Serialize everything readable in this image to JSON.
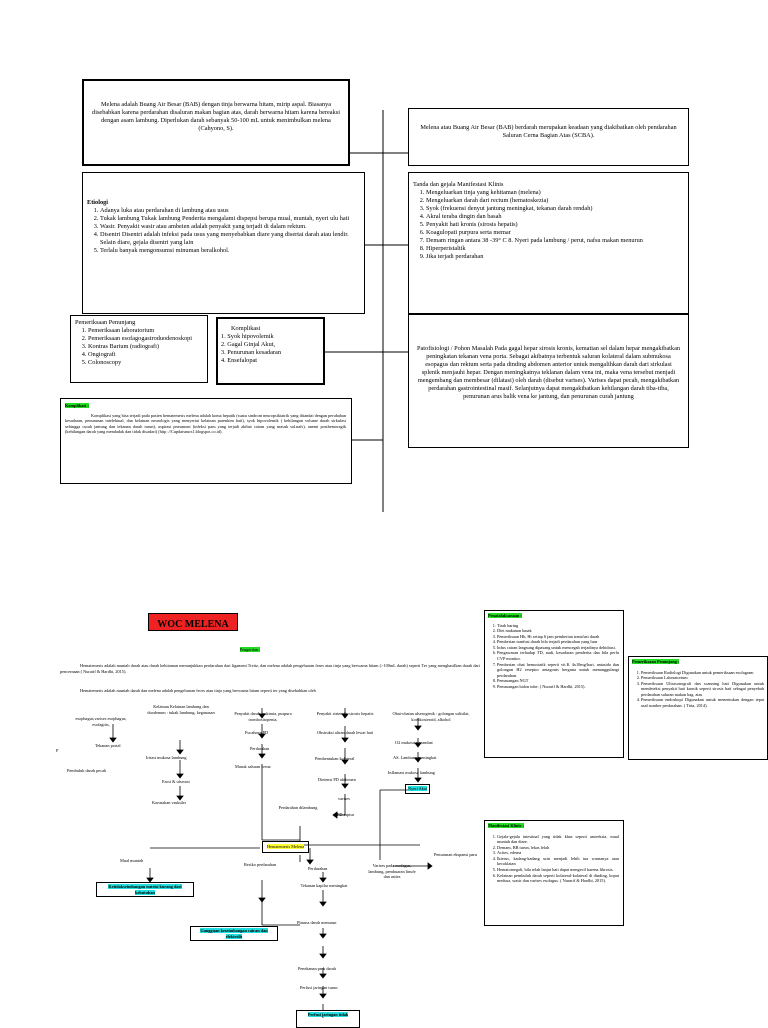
{
  "top": {
    "definition": "Melena adalah Buang Air Besar (BAB) dengan tinja berwarna hitam, mirip aspal. Biasanya disebabkan karena perdarahan disaluran makan bagian atas, darah berwarna hitam karena bereaksi dengan asam lambung. Diperlukan darah sebanyak 50-100 mL untuk menimbulkan melena (Cahyono, S).",
    "definition_right": "Melena atau Buang Air Besar (BAB) berdarah merupakan keadaan yang diakibatkan oleh pendarahan Saluran Cerna Bagian Atas (SCBA).",
    "etiologi_title": "Etiologi",
    "etiologi": [
      "Adanya luka atau perdarahan di lambung atau usus",
      "Tukak lambung Tukak lambung Penderita mengalami dispepsi berupa mual, muntah, nyeri ulu hati",
      "Wasir. Penyakit wasir atau ambeien adalah penyakit yang terjadi di dalam rektum.",
      "Disentri Disentri adalah infeksi pada usus yang menyebabkan diare yang disertai darah atau lendir. Selain diare, gejala disentri yang lain",
      "Terlalu banyak mengonsumsi minuman beralkohol."
    ],
    "tanda_title": "Tanda dan gejala Manifestasi Klinis",
    "tanda": [
      "Mengeluarkan tinja yang kehitaman (melena)",
      "Mengeluarkan darah dari rectum (hematoskezia)",
      "Syok (frekuensi denyut jantung meningkat, tekanan darah rendah)",
      "Akral teraba dingin dan basah",
      "Penyakit hati kronis (sirosis hepatis)",
      "Koagulopati purpura serta memar",
      "Demam ringan antara 38 -39° C 8. Nyeri pada lambung / perut, nafsu makan menurun",
      "Hiperperistaltik",
      "Jika terjadi perdarahan"
    ],
    "penunjang_title": "Pemeriksaan Penunjang",
    "penunjang": [
      "Pemeriksaan laboratorium",
      "Pemeriksaan esofagogastroduodenoskopi",
      "Kontras Barium (radiografi)",
      "Ongiografi",
      "Colonoscopy"
    ],
    "komplikasi_title": "Komplikasi",
    "komplikasi": [
      "1. Syok hipovolemik",
      "2. Gagal Ginjal Akut,",
      "3. Penurunan kesadaran",
      "4. Ensefalopat"
    ],
    "patofisiologi": "Patofisiologi / Pohon Masalah Pada gagal hepar sirosis kronis, kematian sel dalam hepar mengakibatkan peningkatan tekanan vena porta. Sebagai akibatnya terbentuk saluran kolateral dalam submukosa esopagus dan rektum serta pada dinding abdomen anterior untuk mengalihkan darah dari sirkulasi splenik menjauhi hepar. Dengan meningkatnya teklanan dalam vena ini, maka vena tersebut menjadi mengembang dan membesar (dilatasi) oleh darah (disebut varises). Varises dapat pecah, mengakibatkan perdarahan gastrointestinal masif. Selanjutnya dapat mengakibatkan kehilangan darah tiba-tiba, penurunan arus balik vena ke jantung, dan penurunan curah jantung",
    "komplikasi2_title": "Komplikasi :",
    "komplikasi2": "Komplikasi yang bisa terjadi pada pasien hematemesis melena adalah koma hepatik (suatu sindrom neuropsikiatrik yang ditandai dengan perubahan kesadaran, penurunan intelektual, dan kelainan neurologis yang menyertai kelainan parenkim hati), syok hipovolemik ( kehilangan volume darah sirkulasi sehingga curah jantung dan tekanan darah turun), aspirasi pneumoni (infeksi paru yang terjadi akibat cairan yang masuk sal.nafs), anemi posthemoragik (kehilangan darah yang mendadak dan tidak disadari) (http ://Cupdaisnurs1.blogspot.co.id)."
  },
  "woc": {
    "title": "WOC MELENA",
    "pengertian": "Pengertian :",
    "para1": "Hematemesis adalah muntah darah atau darah kehitaman menunjukkan perdarahan dari ligament Treitz, dan melena adalah pengeluaran feses atau tinja yang berwarna hitam (>100mL darah) seperti Ter yang menghasilkan darah dari pencernaan ( Nurarif & Hardhi, 2015).",
    "para2": "Hematemesis adalah muntah darah dan melena adalah pengeluaran feces atau tinja yang berwarna hitam seperti ter yang disebabkan oleh",
    "nodes": {
      "esophagus": "esophagus,varises esophagus, esofagitis,",
      "p": "P",
      "tekanan_portal": "Tekanan portal",
      "pembuluh": "Pembuluh darah pecah",
      "kelainan": "Kelainan Kelainan lambung dan duodenum : tukak lambung, keganasan",
      "iritasi": "Iritasi mukosa lambung",
      "erosi": "Erosi & ulserasi",
      "karusakan": "Karusakan vaskuler",
      "leukimia": "Penyakit darah leukimia, purpura trombositopenia,",
      "fucahnya": "Fucahnya PD",
      "perdarahan1": "Perdarahan",
      "masuk": "Masuk saluran cerna",
      "sistemik": "Penyakit sistemik, sirosis hepatis",
      "obstruksi": "Obstruksi aliran darah lewat hati",
      "pembentukan": "Pembentukan kolateral",
      "dietensi": "Dietensi PD abdomen",
      "varises": "varises",
      "obat": "Obat-obatan ulserogenik : golongan salisilat, kortikosteroid, alkohol",
      "o2": "O2 mukosa tereambat",
      "as": "AS. Lambung meningkat",
      "inflamasi": "Inflamasi mukosa lambung",
      "nyeri": "Nyeri Akut",
      "pd_ruptur": "PD ruptur",
      "perdarahan_dilambung": "Perdarahan dilambung",
      "hematemesis": "Hematemesis Melena",
      "varises_pada": "Varises pada esofagus, lambung, pembuaran linufe dan asites",
      "penurunan_ekspansi": "Penurunan ekspansi paru",
      "mual": "Mual muntah",
      "ketidak": "Ketidakseimbangan nutrisi kurang dari kebutuhan",
      "resiko": "Resiko perdarahan",
      "perdarahan2": "Perdarahan",
      "tekanan_kapiler": "Tekanan kapilar meningkat",
      "plasma": "Plasma darah menurun",
      "gangguan": "Gangguan keseimbangan cairan dan elektrolit",
      "penekanan": "Penekanan pmb darah",
      "perfusi_turun": "Perfusi jaringan turun",
      "perfusi_box": "Perfusi jaringan tidak"
    },
    "penatalaksanaan_title": "Penatalaksanaan :",
    "penatalaksanaan": [
      "Tirah baring",
      "Diet makanan lunak",
      "Pemeriksaan Hb, Ht setiap 6 jam pemberian transfusi darah",
      "Pemberian tranfusi darah bila terjadi perdarahan yang luas",
      "Infus cairan langsung dipasang untuk mencegah terjadinya dehidrasi.",
      "Pengawasan terhadap TD, nadi, kesadaran penderita dan bila perlu CVP monitor.",
      "Pemberian obat hemostatik seperti vit.K 4x10mg/hari, antasida dan golongan H2 reseptor antagonis berguna untuk menanggulangi perdarahan.",
      "Pemasangan NGT",
      "Pemasangan balon tube. ( Nurarif & Hardhi, 2015)."
    ],
    "penunjang_title": "Pemeriksaan Penunjang :",
    "penunjang": [
      "Pemeriksaan Radiologi Digunakan untuk pemeriksaan esofagram",
      "Pemeriksaan Laboratorium",
      "Pemeriksaan Ultrasonografi dan scanning hati Digunakan untuk mendeteksi penyakit hati kronik seperti sirosis hati sebagai penyebab perdarahan saluran makan bag. atas",
      "Pemeriksaan endoskopi Digunakan untuk menentukan dengan tepat asal sumber perdarahan. ( Tirta, 2014)."
    ],
    "manifestasi_title": "Manifestasi Klinis :",
    "manifestasi": [
      "Gejala-gejala intestinal yang tidak khas seperti anoreksia, mual muntah dan diare.",
      "Demam, BB turun, lekas lelah",
      "Acites, edema",
      "Ikterus, kadang-kadang urin menjadi lebih tua warnanya atau kecoklatan",
      "Hematomegali, bila telah lanjut hati dapat mengecil karena fibrosis.",
      "Kelainan pembuluh darah seperti kolateral-kolateral di dinding, koput medusa, wasir dan varises esofagus. ( Nurarif & Hardhi, 2015)."
    ]
  }
}
